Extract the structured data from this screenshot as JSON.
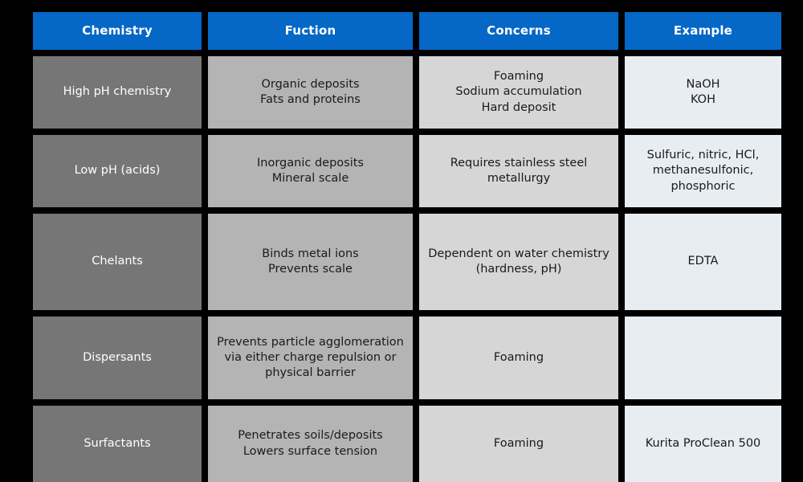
{
  "table": {
    "headers": [
      {
        "label": "Chemistry"
      },
      {
        "label": "Fuction"
      },
      {
        "label": "Concerns"
      },
      {
        "label": "Example"
      }
    ],
    "rows": [
      {
        "chemistry": "High pH chemistry",
        "function": "Organic deposits\nFats and proteins",
        "concerns": "Foaming\nSodium accumulation\nHard deposit",
        "example": "NaOH\nKOH"
      },
      {
        "chemistry": "Low pH (acids)",
        "function": "Inorganic deposits\nMineral scale",
        "concerns": "Requires stainless steel metallurgy",
        "example": "Sulfuric, nitric, HCl, methanesulfonic, phosphoric"
      },
      {
        "chemistry": "Chelants",
        "function": "Binds metal ions\nPrevents scale",
        "concerns": "Dependent on water chemistry (hardness, pH)",
        "example": "EDTA"
      },
      {
        "chemistry": "Dispersants",
        "function": "Prevents particle agglomeration via either charge repulsion or physical barrier",
        "concerns": "Foaming",
        "example": ""
      },
      {
        "chemistry": "Surfactants",
        "function": "Penetrates soils/deposits\nLowers surface tension",
        "concerns": "Foaming",
        "example": "Kurita ProClean 500"
      }
    ]
  },
  "colors": {
    "background": "#000000",
    "header_blue": "#0567c6",
    "header_text": "#ffffff",
    "column_1_fill": "#767676",
    "column_2_fill": "#b4b4b4",
    "column_3_fill": "#d6d6d6",
    "column_4_fill": "#e8edf2",
    "body_text": "#1a1a1a"
  }
}
